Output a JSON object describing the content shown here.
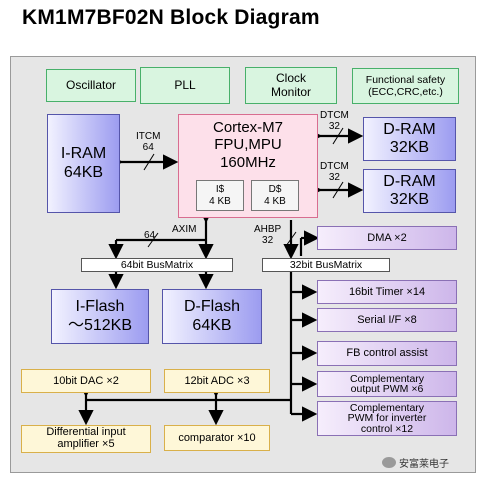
{
  "title": "KM1M7BF02N  Block Diagram",
  "blocks": {
    "oscillator": "Oscillator",
    "pll": "PLL",
    "clock_monitor": "Clock\nMonitor",
    "functional_safety": "Functional safety\n(ECC,CRC,etc.)",
    "iram": "I-RAM\n64KB",
    "cpu": "Cortex-M7\nFPU,MPU\n160MHz",
    "icache": "I$\n4 KB",
    "dcache": "D$\n4 KB",
    "dram1": "D-RAM\n32KB",
    "dram2": "D-RAM\n32KB",
    "bus64": "64bit BusMatrix",
    "bus32": "32bit BusMatrix",
    "iflash": "I-Flash\n～512KB",
    "dflash": "D-Flash\n64KB",
    "dma": "DMA ×2",
    "timer": "16bit Timer ×14",
    "serial": "Serial I/F ×8",
    "fb": "FB control assist",
    "pwm_comp": "Complementary\noutput PWM ×6",
    "pwm_inv": "Complementary\nPWM for inverter\ncontrol ×12",
    "dac": "10bit DAC ×2",
    "adc": "12bit ADC ×3",
    "diff_amp": "Differential input\namplifier ×5",
    "comparator": "comparator ×10"
  },
  "labels": {
    "itcm": "ITCM\n64",
    "dtcm1": "DTCM\n32",
    "dtcm2": "DTCM\n32",
    "axim": "AXIM",
    "axim_width": "64",
    "ahbp": "AHBP\n32"
  },
  "watermark": "安富莱电子",
  "colors": {
    "green_fill": "#d9f5e0",
    "blue_fill": "#9c9cf0",
    "pink_fill": "#fde0ea",
    "purple_fill": "#cdb6ea",
    "yellow_fill": "#fef7d8"
  }
}
